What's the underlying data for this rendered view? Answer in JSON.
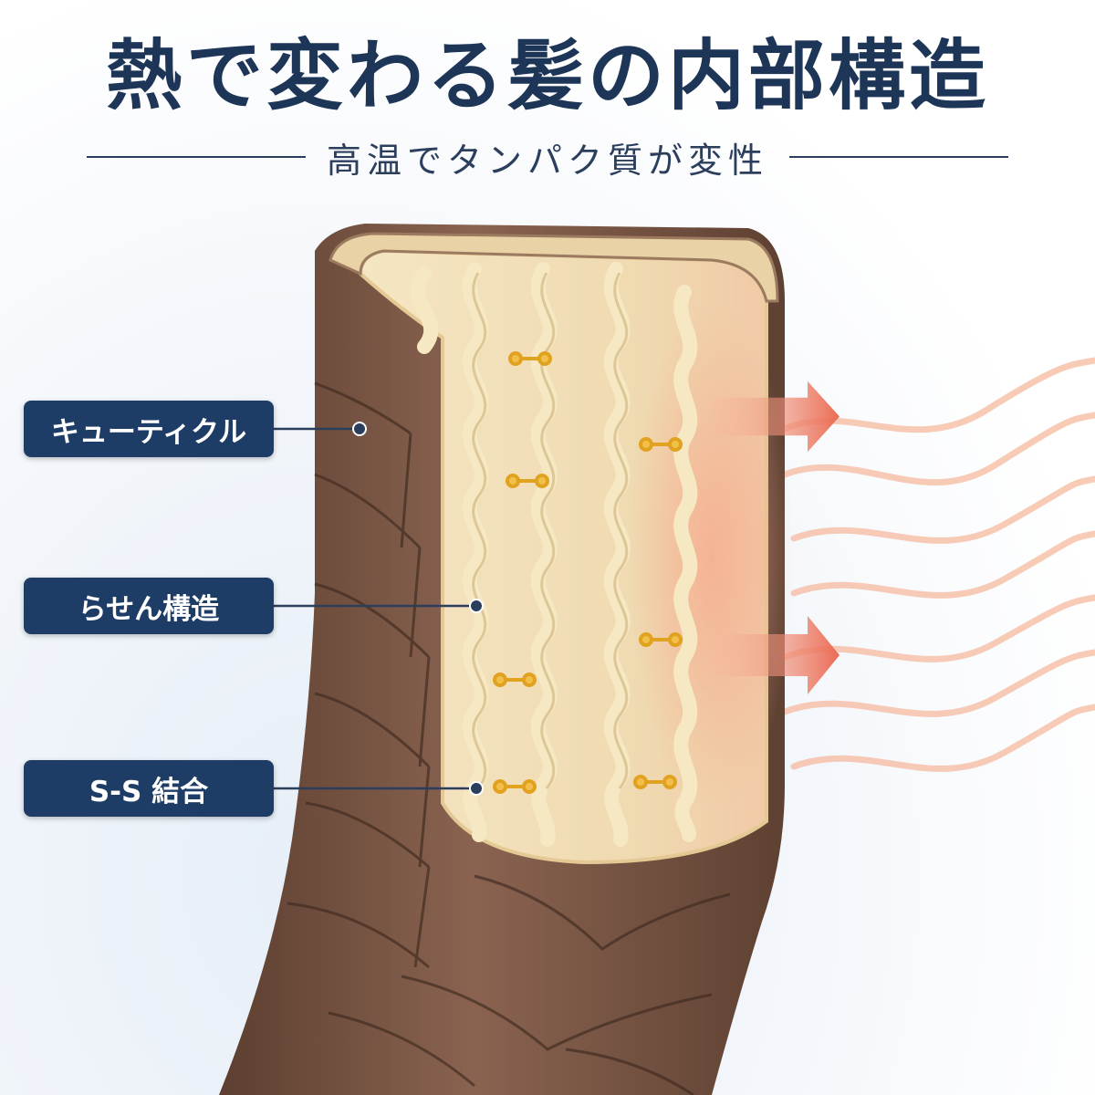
{
  "header": {
    "title": "熱で変わる髪の内部構造",
    "subtitle": "高温でタンパク質が変性"
  },
  "labels": {
    "cuticle": "キューティクル",
    "helix": "らせん構造",
    "ss_bond": "S-S 結合"
  },
  "colors": {
    "title": "#1d3557",
    "label_bg": "#1e3d66",
    "cuticle": "#7a5644",
    "cortex": "#f0dfb8",
    "fiber": "#f2e2b6",
    "bond": "#e0a21f",
    "heat": "#f08a6c"
  }
}
